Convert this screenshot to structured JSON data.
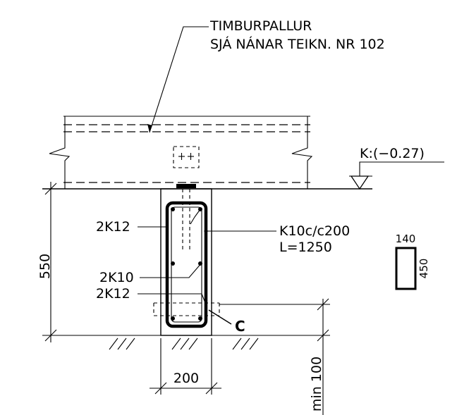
{
  "notes": {
    "line1": "TIMBURPALLUR",
    "line2": "SJÁ NÁNAR TEIKN. NR 102"
  },
  "level": {
    "label": "K:(−0.27)"
  },
  "labels": {
    "top_bar": "2K12",
    "middle_bar": "2K10",
    "bottom_bar": "2K12",
    "stirrup_line1": "K10c/c200",
    "stirrup_line2": "L=1250",
    "section_c": "C"
  },
  "dimensions": {
    "height": "550",
    "width": "200",
    "min_depth": "min 100"
  },
  "stirrup_shape": {
    "inner_width": "140",
    "inner_height": "450"
  }
}
